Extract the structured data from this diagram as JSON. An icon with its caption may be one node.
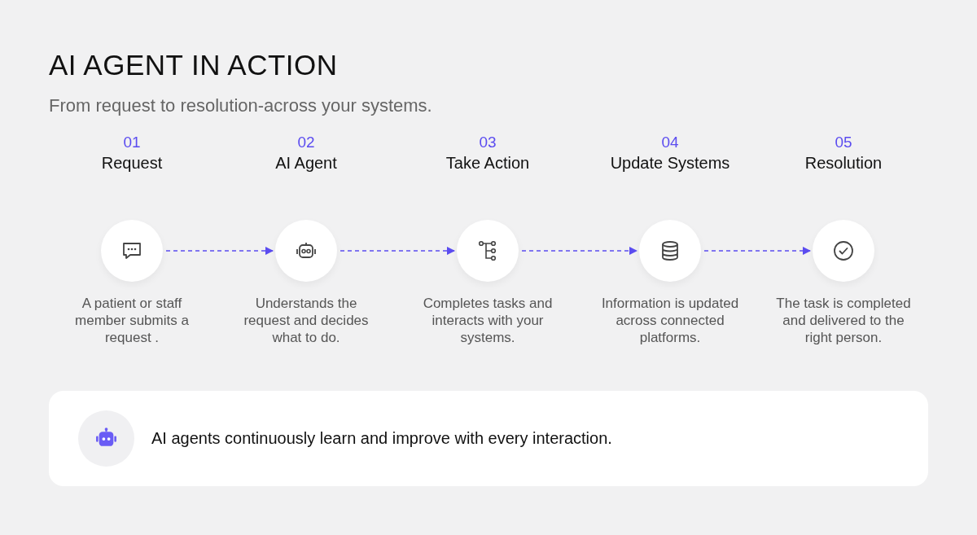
{
  "diagram": {
    "title": "AI AGENT IN ACTION",
    "caption": "From request to resolution-across your systems.",
    "nodes": [
      {
        "text": [
          "01",
          "Request"
        ],
        "beside": [
          "A patient or staff member submits a request ."
        ]
      },
      {
        "text": [
          "02",
          "AI Agent"
        ],
        "beside": [
          "Understands the request and decides what to do."
        ]
      },
      {
        "text": [
          "03",
          "Take Action"
        ],
        "beside": [
          "Completes tasks and interacts with your systems."
        ]
      },
      {
        "text": [
          "04",
          "Update Systems"
        ],
        "beside": [
          "Information is updated across connected platforms."
        ]
      },
      {
        "text": [
          "05",
          "Resolution"
        ],
        "beside": [
          "The task is completed and delivered to the right person."
        ]
      },
      {
        "text": [
          "AI agents continuously learn and improve with every interaction."
        ]
      }
    ],
    "edges": [
      {
        "from": 0,
        "to": 1,
        "arrow": "to",
        "style": "dashed"
      },
      {
        "from": 1,
        "to": 2,
        "arrow": "to",
        "style": "dashed"
      },
      {
        "from": 2,
        "to": 3,
        "arrow": "to",
        "style": "dashed"
      },
      {
        "from": 3,
        "to": 4,
        "arrow": "to",
        "style": "dashed"
      }
    ]
  }
}
